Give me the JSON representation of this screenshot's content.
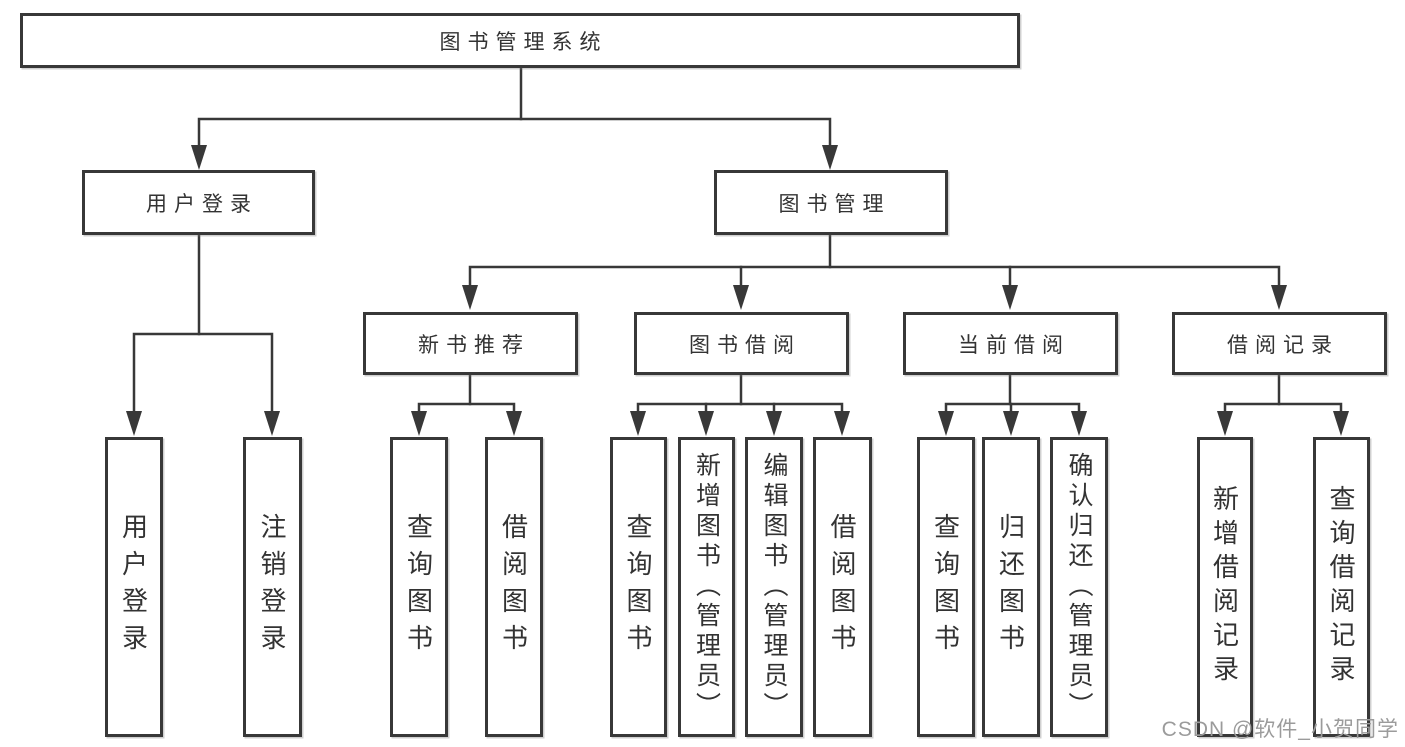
{
  "diagram": {
    "root": "图书管理系统",
    "level2": [
      {
        "label": "用户登录",
        "children": [
          "用户登录",
          "注销登录"
        ]
      },
      {
        "label": "图书管理",
        "children": [
          {
            "label": "新书推荐",
            "children": [
              "查询图书",
              "借阅图书"
            ]
          },
          {
            "label": "图书借阅",
            "children": [
              "查询图书",
              "新增图书（管理员）",
              "编辑图书（管理员）",
              "借阅图书"
            ]
          },
          {
            "label": "当前借阅",
            "children": [
              "查询图书",
              "归还图书",
              "确认归还（管理员）"
            ]
          },
          {
            "label": "借阅记录",
            "children": [
              "新增借阅记录",
              "查询借阅记录"
            ]
          }
        ]
      }
    ]
  },
  "watermark": "CSDN @软件_小贺同学",
  "colors": {
    "line": "#383838",
    "text": "#333333",
    "box_background": "#ffffff",
    "watermark": "#9b9b9b"
  }
}
